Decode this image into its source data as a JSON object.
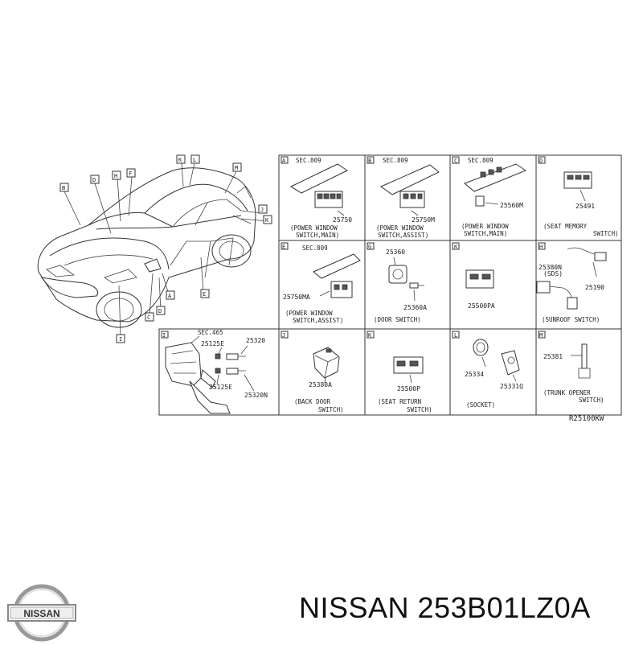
{
  "diagram_code": "R25100KW",
  "brand": {
    "logo_text": "NISSAN",
    "caption": "NISSAN 253B01LZ0A"
  },
  "car_callouts": [
    "B",
    "D",
    "H",
    "F",
    "K",
    "L",
    "M",
    "J",
    "K",
    "A",
    "C",
    "D",
    "E",
    "I"
  ],
  "panels": [
    {
      "letter": "A",
      "sec": "SEC.809",
      "parts": [
        "25750"
      ],
      "caption": [
        "(POWER WINDOW",
        "SWITCH,MAIN)"
      ]
    },
    {
      "letter": "B",
      "sec": "SEC.809",
      "parts": [
        "25750M"
      ],
      "caption": [
        "(POWER WINDOW",
        "SWITCH,ASSIST)"
      ]
    },
    {
      "letter": "C",
      "sec": "SEC.809",
      "parts": [
        "25560M"
      ],
      "caption": [
        "(POWER WINDOW",
        "SWITCH,MAIN)"
      ]
    },
    {
      "letter": "D",
      "sec": "",
      "parts": [
        "25491"
      ],
      "caption": [
        "(SEAT MEMORY",
        "SWITCH)"
      ]
    },
    {
      "letter": "E",
      "sec": "SEC.809",
      "parts": [
        "25750MA"
      ],
      "caption": [
        "(POWER WINDOW",
        "SWITCH,ASSIST)"
      ]
    },
    {
      "letter": "G",
      "sec": "",
      "parts": [
        "25360",
        "25360A"
      ],
      "caption": [
        "(DOOR SWITCH)"
      ]
    },
    {
      "letter": "K",
      "sec": "",
      "parts": [
        "25500PA"
      ],
      "caption": []
    },
    {
      "letter": "H",
      "sec": "",
      "parts": [
        "25380N",
        "(SDS)",
        "25190"
      ],
      "caption": [
        "(SUNROOF SWITCH)"
      ]
    },
    {
      "letter": "I",
      "sec": "SEC.465",
      "parts": [
        "25125E",
        "25320",
        "25125E",
        "25320N"
      ],
      "caption": []
    },
    {
      "letter": "J",
      "sec": "",
      "parts": [
        "25380A"
      ],
      "caption": [
        "(BACK DOOR",
        "SWITCH)"
      ]
    },
    {
      "letter": "K",
      "sec": "",
      "parts": [
        "25500P"
      ],
      "caption": [
        "(SEAT RETURN",
        "SWITCH)"
      ]
    },
    {
      "letter": "L",
      "sec": "",
      "parts": [
        "25334",
        "25331Q"
      ],
      "caption": [
        "(SOCKET)"
      ]
    },
    {
      "letter": "M",
      "sec": "",
      "parts": [
        "25381"
      ],
      "caption": [
        "(TRUNK OPENER",
        "SWITCH)"
      ]
    }
  ]
}
